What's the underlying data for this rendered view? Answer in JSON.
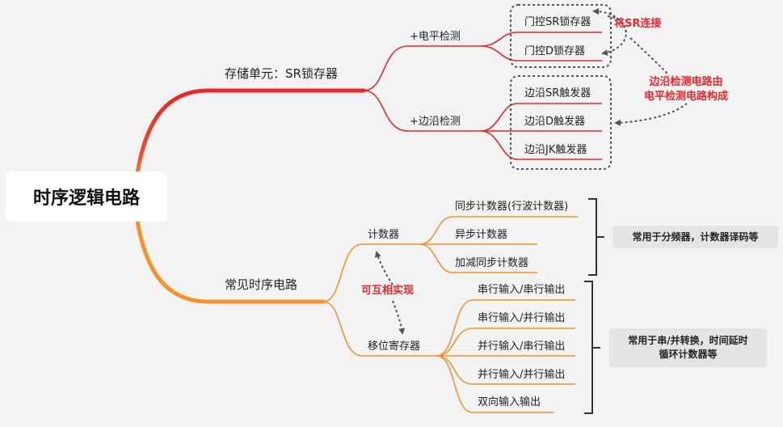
{
  "root": {
    "label": "时序逻辑电路"
  },
  "branches": {
    "storage": {
      "label": "存储单元：SR锁存器",
      "level": {
        "label": "+电平检测",
        "items": [
          "门控SR锁存器",
          "门控D锁存器"
        ]
      },
      "edge": {
        "label": "+边沿检测",
        "items": [
          "边沿SR触发器",
          "边沿D触发器",
          "边沿JK触发器"
        ]
      }
    },
    "common": {
      "label": "常见时序电路",
      "counter": {
        "label": "计数器",
        "items": [
          "同步计数器(行波计数器)",
          "异步计数器",
          "加减同步计数器"
        ]
      },
      "shift": {
        "label": "移位寄存器",
        "items": [
          "串行输入/串行输出",
          "串行输入/并行输出",
          "并行输入/串行输出",
          "并行输入/并行输出",
          "双向输入输出"
        ]
      }
    }
  },
  "annotations": {
    "sr_connect": "将SR连接",
    "edge_from_level_1": "边沿检测电路由",
    "edge_from_level_2": "电平检测电路构成",
    "mutual": "可互相实现"
  },
  "notes": {
    "counter": "常用于分频器，计数器译码等",
    "shift_1": "常用于串/并转换，时间延时",
    "shift_2": "循环计数器等"
  },
  "colors": {
    "background": "#f3f3f3",
    "red_branch": "#e8262b",
    "orange_branch": "#f5922a",
    "annotation_red": "#e8262b",
    "dotted": "#555555"
  }
}
